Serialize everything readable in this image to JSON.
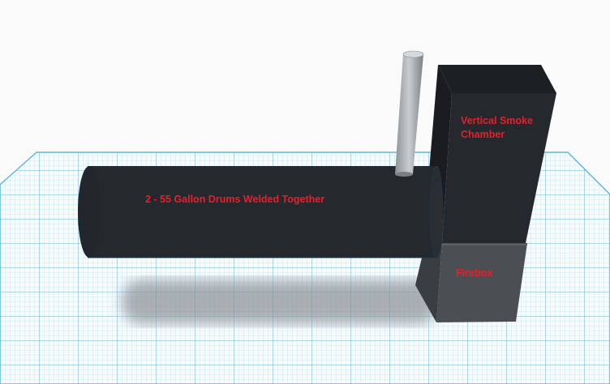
{
  "labels": {
    "drum": "2 - 55 Gallon Drums Welded Together",
    "smoke_chamber_line1": "Vertical Smoke",
    "smoke_chamber_line2": "Chamber",
    "firebox": "Firebox"
  },
  "colors": {
    "label": "#e4202c",
    "grid_line": "#8ecfe6",
    "grid_major": "#5fb8da",
    "body": "#25292d",
    "firebox": "#4b4f53"
  }
}
